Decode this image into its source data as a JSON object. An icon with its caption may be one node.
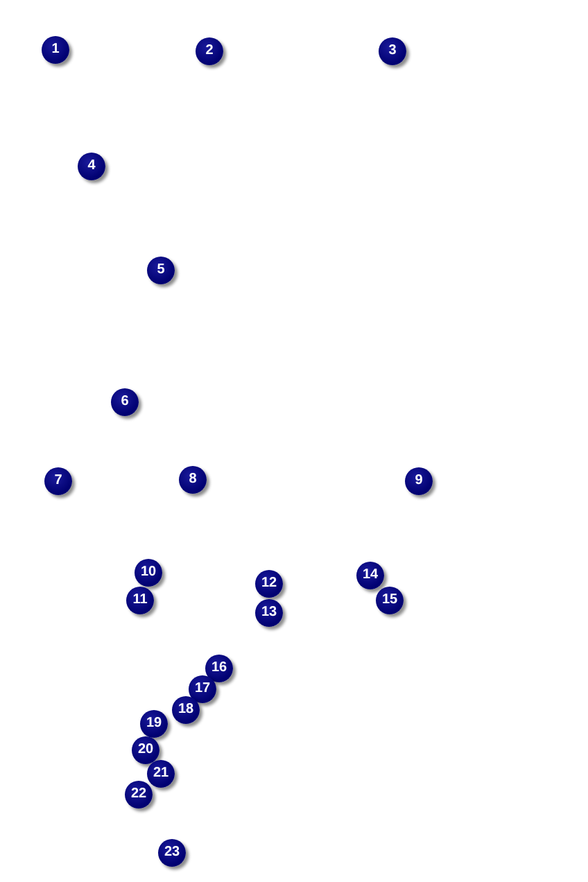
{
  "diagram": {
    "labels": [
      "1",
      "2",
      "3",
      "4",
      "5",
      "6",
      "7",
      "8",
      "9",
      "10",
      "11",
      "12",
      "13",
      "14",
      "15",
      "16",
      "17",
      "18",
      "19",
      "20",
      "21",
      "22",
      "23"
    ]
  }
}
